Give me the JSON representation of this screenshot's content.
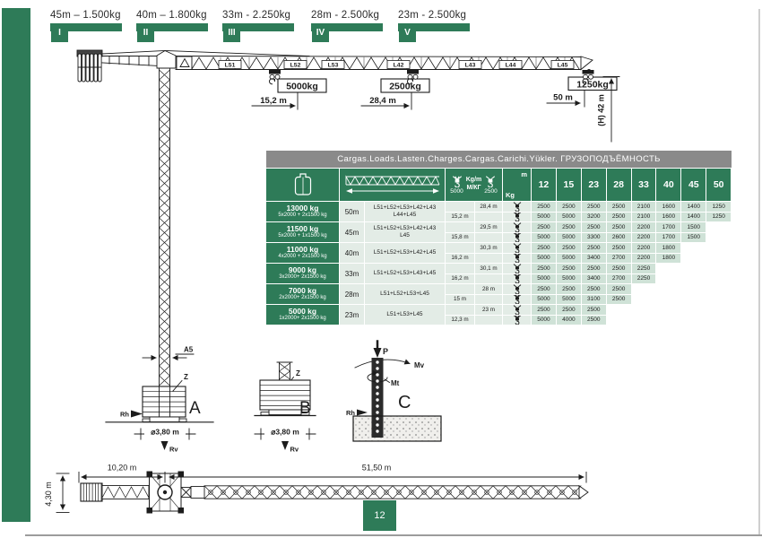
{
  "page_number": "12",
  "colors": {
    "green": "#2e7b58",
    "header_gray": "#8a8a8a",
    "cell_green": "#cfe2d7",
    "cell_light": "#e3ece6"
  },
  "top_configs": [
    {
      "numeral": "I",
      "label": "45m – 1.500kg"
    },
    {
      "numeral": "II",
      "label": "40m – 1.800kg"
    },
    {
      "numeral": "III",
      "label": "33m - 2.250kg"
    },
    {
      "numeral": "IV",
      "label": "28m - 2.500kg"
    },
    {
      "numeral": "V",
      "label": "23m - 2.500kg"
    }
  ],
  "crane": {
    "sections": [
      "L51",
      "L52",
      "L53",
      "L42",
      "L43",
      "L44",
      "L45"
    ],
    "load_5000": "5000kg",
    "radius_5000": "15,2 m",
    "load_2500": "2500kg",
    "radius_2500": "28,4 m",
    "load_tip": "1250kg",
    "radius_tip": "50 m",
    "height": "(H) 42 m"
  },
  "diagram_a": {
    "letter": "A",
    "tower_width": "A5",
    "ballast": "Z",
    "rh": "Rh",
    "rv": "Rv",
    "base": "⌀3,80 m"
  },
  "diagram_b": {
    "letter": "B",
    "ballast": "Z",
    "rv": "Rv",
    "base": "⌀3,80 m"
  },
  "diagram_c": {
    "letter": "C",
    "p": "P",
    "mv": "Mv",
    "mt": "Mt",
    "rh": "Rh"
  },
  "plan": {
    "rear": "10,20 m",
    "front": "51,50 m",
    "width": "4,30 m"
  },
  "table": {
    "title": "Cargas.Loads.Lasten.Charges.Cargas.Carichi.Yükler. ГРУЗОПОДЪЁМНОСТЬ",
    "col_headers": [
      "12",
      "15",
      "23",
      "28",
      "33",
      "40",
      "45",
      "50"
    ],
    "header": {
      "hook_main_capacity": "5000",
      "hook_aux_capacity": "2500",
      "unit_top": "Kg/m",
      "unit_bottom": "М/КГ",
      "diag_top": "m",
      "diag_bottom": "Kg"
    },
    "rows": [
      {
        "capacity": "13000 kg",
        "ballast": "5x2000 + 2x1500 kg",
        "jib_length": "50m",
        "sections": [
          "L51+L52+L53+L42+L43",
          "L44+L45"
        ],
        "two_fall": {
          "radius": "28,4 m",
          "loads": [
            "2500",
            "2500",
            "2500",
            "2500",
            "2100",
            "1600",
            "1400",
            "1250"
          ]
        },
        "four_fall": {
          "radius": "15,2 m",
          "loads": [
            "5000",
            "5000",
            "3200",
            "2500",
            "2100",
            "1600",
            "1400",
            "1250"
          ]
        }
      },
      {
        "capacity": "11500 kg",
        "ballast": "5x2000 + 1x1500 kg",
        "jib_length": "45m",
        "sections": [
          "L51+L52+L53+L42+L43",
          "L45"
        ],
        "two_fall": {
          "radius": "29,5 m",
          "loads": [
            "2500",
            "2500",
            "2500",
            "2500",
            "2200",
            "1700",
            "1500"
          ]
        },
        "four_fall": {
          "radius": "15,8 m",
          "loads": [
            "5000",
            "5000",
            "3300",
            "2600",
            "2200",
            "1700",
            "1500"
          ]
        }
      },
      {
        "capacity": "11000 kg",
        "ballast": "4x2000 + 2x1500 kg",
        "jib_length": "40m",
        "sections": [
          "L51+L52+L53+L42+L45"
        ],
        "two_fall": {
          "radius": "30,3 m",
          "loads": [
            "2500",
            "2500",
            "2500",
            "2500",
            "2200",
            "1800"
          ]
        },
        "four_fall": {
          "radius": "16,2 m",
          "loads": [
            "5000",
            "5000",
            "3400",
            "2700",
            "2200",
            "1800"
          ]
        }
      },
      {
        "capacity": "9000 kg",
        "ballast": "3x2000+ 2x1500 kg",
        "jib_length": "33m",
        "sections": [
          "L51+L52+L53+L43+L45"
        ],
        "two_fall": {
          "radius": "30,1 m",
          "loads": [
            "2500",
            "2500",
            "2500",
            "2500",
            "2250"
          ]
        },
        "four_fall": {
          "radius": "16,2 m",
          "loads": [
            "5000",
            "5000",
            "3400",
            "2700",
            "2250"
          ]
        }
      },
      {
        "capacity": "7000 kg",
        "ballast": "2x2000+ 2x1500 kg",
        "jib_length": "28m",
        "sections": [
          "L51+L52+L53+L45"
        ],
        "two_fall": {
          "radius": "28 m",
          "loads": [
            "2500",
            "2500",
            "2500",
            "2500"
          ]
        },
        "four_fall": {
          "radius": "15 m",
          "loads": [
            "5000",
            "5000",
            "3100",
            "2500"
          ]
        }
      },
      {
        "capacity": "5000 kg",
        "ballast": "1x2000+ 2x1500 kg",
        "jib_length": "23m",
        "sections": [
          "L51+L53+L45"
        ],
        "two_fall": {
          "radius": "23 m",
          "loads": [
            "2500",
            "2500",
            "2500"
          ]
        },
        "four_fall": {
          "radius": "12,3 m",
          "loads": [
            "5000",
            "4000",
            "2500"
          ]
        }
      }
    ]
  }
}
